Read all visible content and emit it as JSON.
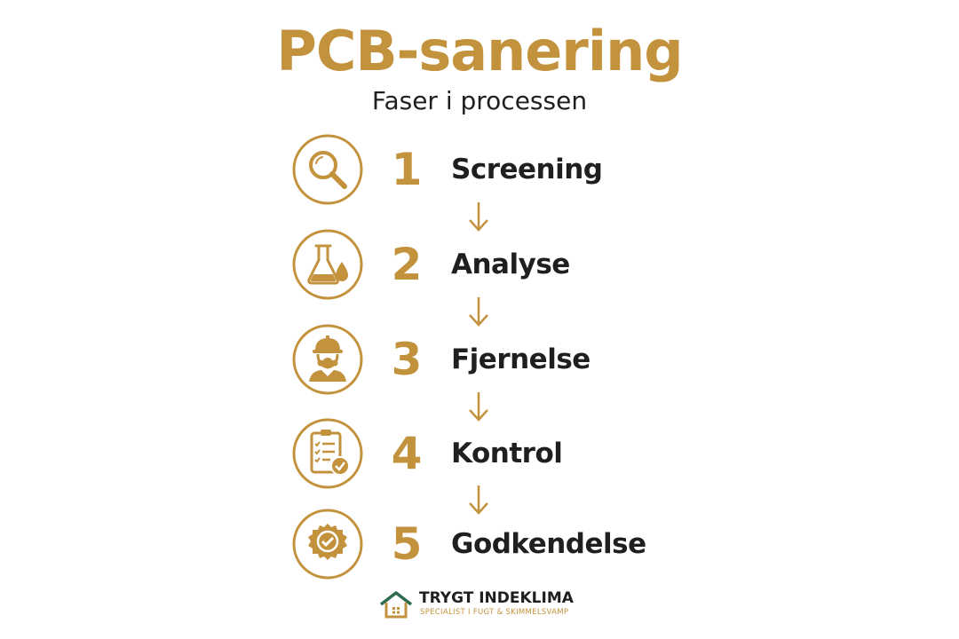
{
  "title": "PCB-sanering",
  "subtitle": "Faser i processen",
  "accent_color": "#C3923C",
  "text_color": "#1f1f1f",
  "steps": [
    {
      "number": "1",
      "label": "Screening",
      "icon": "magnifier-icon"
    },
    {
      "number": "2",
      "label": "Analyse",
      "icon": "flask-drop-icon"
    },
    {
      "number": "3",
      "label": "Fjernelse",
      "icon": "worker-respirator-icon"
    },
    {
      "number": "4",
      "label": "Kontrol",
      "icon": "clipboard-check-icon"
    },
    {
      "number": "5",
      "label": "Godkendelse",
      "icon": "approval-badge-icon"
    }
  ],
  "logo": {
    "name": "TRYGT INDEKLIMA",
    "tagline": "SPECIALIST I FUGT & SKIMMELSVAMP",
    "icon": "house-icon",
    "roof_color": "#2E6B4F"
  }
}
